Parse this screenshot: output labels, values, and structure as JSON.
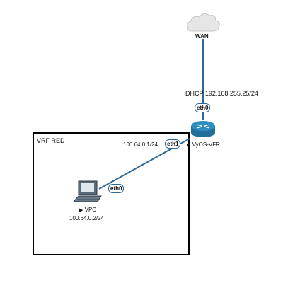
{
  "nodes": {
    "wan": {
      "label": "WAN"
    },
    "router": {
      "label": "VyOS-VFR",
      "marker": "▶"
    },
    "vpc": {
      "label": "VPC",
      "marker": "▶",
      "ip": "100.64.0.2/24"
    }
  },
  "group": {
    "label": "VRF RED"
  },
  "annotations": {
    "router_wan_ip": "DHCP 192.168.255.25/24",
    "router_eth1_ip": "100.64.0.1/24"
  },
  "interfaces": {
    "router_eth0": "eth0",
    "router_eth1": "eth1",
    "vpc_eth0": "eth0"
  },
  "colors": {
    "link": "#2a6a9a",
    "router_top": "#2d8fbf",
    "router_side": "#1f6f98",
    "cloud": "#e6e6e6",
    "group_border": "#000000"
  },
  "icons": {
    "wan": "cloud-icon",
    "router": "router-icon",
    "vpc": "desktop-computer-icon"
  }
}
